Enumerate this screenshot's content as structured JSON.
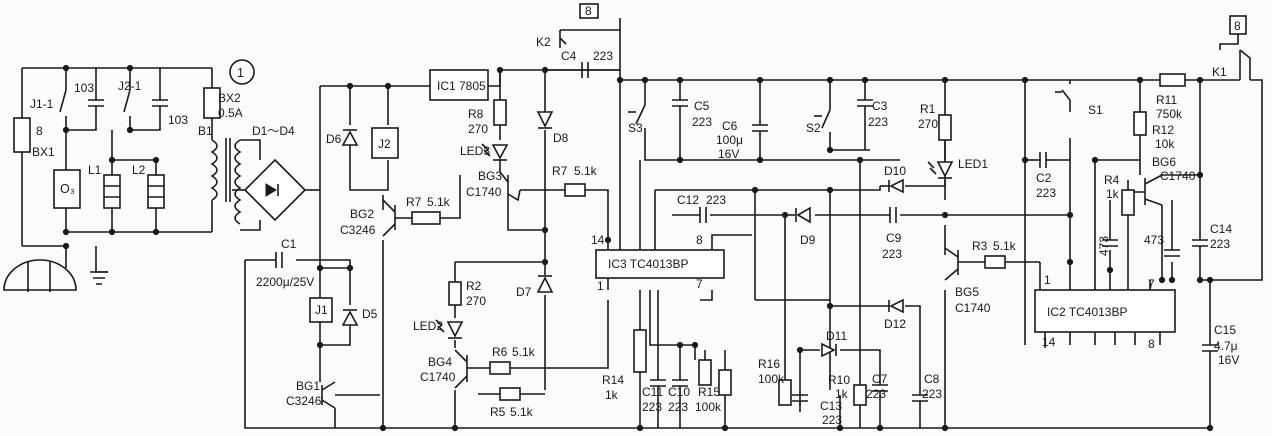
{
  "diagram": {
    "number": "1",
    "inputs": {
      "bx1": "BX1",
      "bx1_mark": "8",
      "bx2": "BX2",
      "bx2_val": "0.5A",
      "b1": "B1",
      "o3": "O₃"
    },
    "relay_contacts": {
      "j1_1": "J1-1",
      "j2_1": "J2-1",
      "k1": "K1",
      "k2": "K2",
      "k1_mark": "8",
      "k2_mark": "8"
    },
    "inductors": {
      "l1": "L1",
      "l2": "L2"
    },
    "caps_front": {
      "c103a": "103",
      "c103b": "103"
    },
    "bridge": {
      "label": "D1～D4"
    },
    "c1": {
      "name": "C1",
      "value": "2200μ/25V"
    },
    "ic1": {
      "label": "IC1  7805"
    },
    "ic2": {
      "label": "IC2  TC4013BP",
      "pin1": "1",
      "pin7": "7",
      "pin8": "8",
      "pin14": "14"
    },
    "ic3": {
      "label": "IC3  TC4013BP",
      "pin14": "14",
      "pin8": "8",
      "pin1": "1",
      "pin7": "7"
    },
    "relays": {
      "j1": "J1",
      "j2": "J2"
    },
    "diodes": {
      "d5": "D5",
      "d6": "D6",
      "d7": "D7",
      "d8": "D8",
      "d9": "D9",
      "d10": "D10",
      "d11": "D11",
      "d12": "D12"
    },
    "transistors": {
      "bg1": {
        "name": "BG1",
        "type": "C3246"
      },
      "bg2": {
        "name": "BG2",
        "type": "C3246"
      },
      "bg3": {
        "name": "BG3",
        "type": "C1740"
      },
      "bg4": {
        "name": "BG4",
        "type": "C1740"
      },
      "bg5": {
        "name": "BG5",
        "type": "C1740"
      },
      "bg6": {
        "name": "BG6",
        "type": "C1740"
      }
    },
    "leds": {
      "led1": "LED1",
      "led2": "LED2",
      "led3": "LED3"
    },
    "resistors": {
      "r1": {
        "name": "R1",
        "value": "270"
      },
      "r2": {
        "name": "R2",
        "value": "270"
      },
      "r3": {
        "name": "R3",
        "value": "5.1k"
      },
      "r4": {
        "name": "R4",
        "value": "1k"
      },
      "r5": {
        "name": "R5",
        "value": "5.1k"
      },
      "r6": {
        "name": "R6",
        "value": "5.1k"
      },
      "r7a": {
        "name": "R7",
        "value": "5.1k"
      },
      "r7b": {
        "name": "R7",
        "value": "5.1k"
      },
      "r8": {
        "name": "R8",
        "value": "270"
      },
      "r10": {
        "name": "R10",
        "value": "1k"
      },
      "r11": {
        "name": "R11",
        "value": "750k"
      },
      "r12": {
        "name": "R12",
        "value": "10k"
      },
      "r14": {
        "name": "R14",
        "value": "1k"
      },
      "r15": {
        "name": "R15",
        "value": "100k"
      },
      "r16": {
        "name": "R16",
        "value": "100k"
      }
    },
    "capacitors": {
      "c2": {
        "name": "C2",
        "value": "223"
      },
      "c3": {
        "name": "C3",
        "value": "223"
      },
      "c4": {
        "name": "C4",
        "value": "223"
      },
      "c5": {
        "name": "C5",
        "value": "223"
      },
      "c6": {
        "name": "C6",
        "value": "100μ",
        "value2": "16V"
      },
      "c7": {
        "name": "C7",
        "value": "223"
      },
      "c8": {
        "name": "C8",
        "value": "223"
      },
      "c9": {
        "name": "C9",
        "value": "223"
      },
      "c10": {
        "name": "C10",
        "value": "223"
      },
      "c11": {
        "name": "C11",
        "value": "223"
      },
      "c12": {
        "name": "C12",
        "value": "223"
      },
      "c13": {
        "name": "C13",
        "value": "223"
      },
      "c14": {
        "name": "C14",
        "value": "223"
      },
      "c15": {
        "name": "C15",
        "value": "4.7μ",
        "value2": "16V"
      },
      "c473a": "473",
      "c473b": "473"
    },
    "switches": {
      "s1": "S1",
      "s2": "S2",
      "s3": "S3"
    }
  }
}
